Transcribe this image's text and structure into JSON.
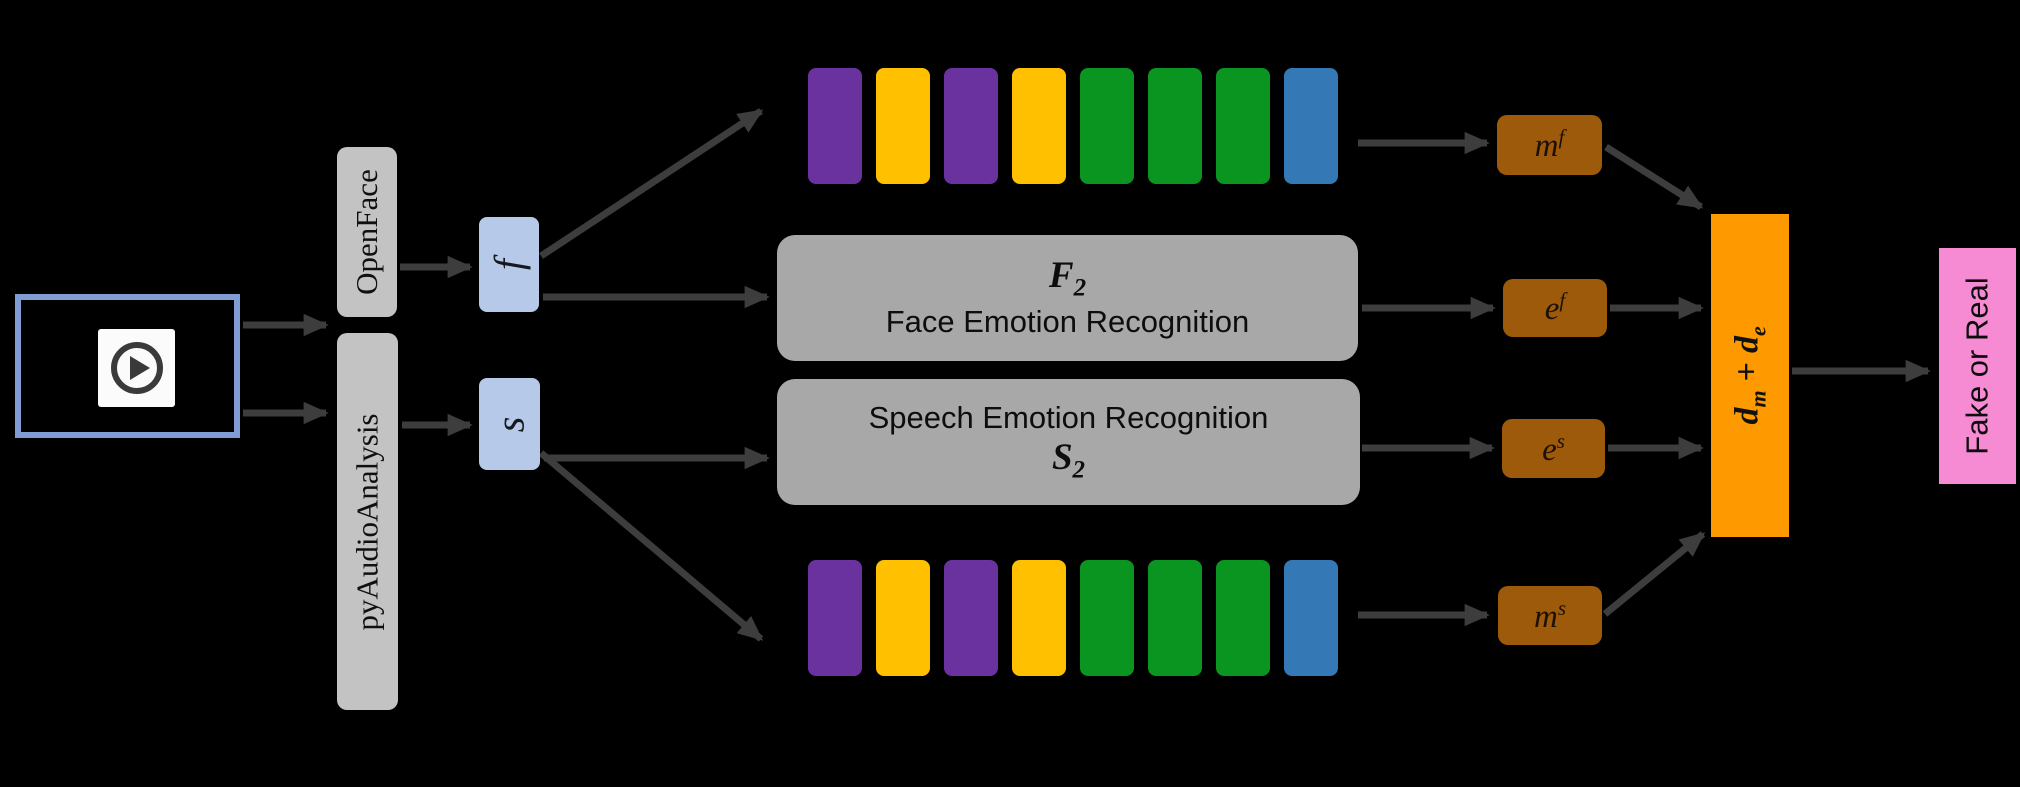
{
  "icons": {
    "video_play": "play-circle-icon"
  },
  "pipeline": {
    "extractors": [
      {
        "label": "OpenFace"
      },
      {
        "label": "pyAudioAnalysis"
      }
    ],
    "features": {
      "face": "f",
      "speech": "s"
    },
    "models": {
      "face": {
        "symbol_base": "F",
        "symbol_sub": "2",
        "label": "Face Emotion Recognition"
      },
      "speech": {
        "label": "Speech Emotion Recognition",
        "symbol_base": "S",
        "symbol_sub": "2"
      }
    },
    "feature_rows": {
      "top": [
        "purple",
        "yellow",
        "purple",
        "yellow",
        "green",
        "green",
        "green",
        "blue"
      ],
      "bottom": [
        "purple",
        "yellow",
        "purple",
        "yellow",
        "green",
        "green",
        "green",
        "blue"
      ]
    },
    "outputs": {
      "mf": {
        "base": "m",
        "sup": "f"
      },
      "ef": {
        "base": "e",
        "sup": "f"
      },
      "es": {
        "base": "e",
        "sup": "s"
      },
      "ms": {
        "base": "m",
        "sup": "s"
      }
    },
    "fusion": {
      "d1_base": "d",
      "d1_sub": "m",
      "plus": "+",
      "d2_base": "d",
      "d2_sub": "e"
    },
    "decision": {
      "label": "Fake or Real"
    }
  },
  "colors": {
    "video_border": "#7f9cd5",
    "extractor_gray": "#c3c3c3",
    "feature_blue": "#b7c9e9",
    "model_gray": "#a8a8a8",
    "block_purple": "#6a329f",
    "block_yellow": "#ffc000",
    "block_green": "#0a9420",
    "block_blue": "#3478b5",
    "output_brown": "#9d5a0a",
    "fusion_orange": "#ff9900",
    "decision_pink": "#f78bd3",
    "arrow_gray": "#3d3d3d",
    "background": "#000000"
  }
}
